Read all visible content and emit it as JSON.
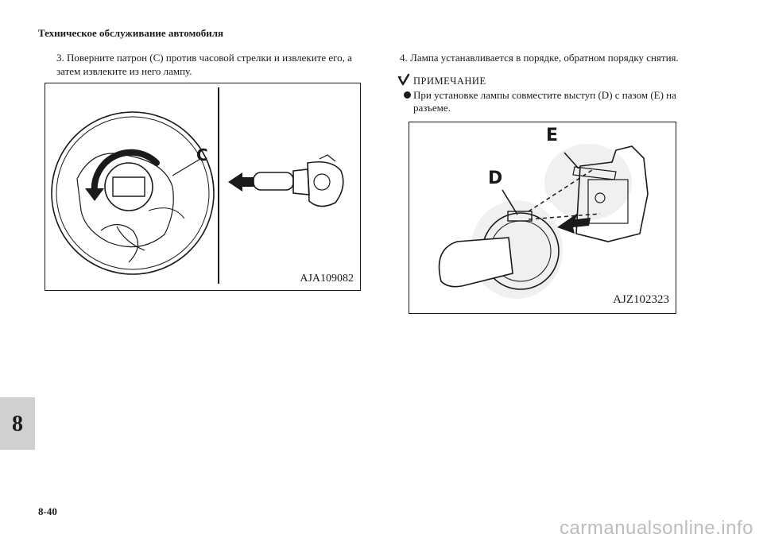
{
  "header": {
    "title": "Техническое обслуживание автомобиля"
  },
  "steps": {
    "step3": "3. Поверните патрон (C) против часовой стрелки и извлеките его, а затем извлеките из него лампу.",
    "step4": "4. Лампа устанавливается в порядке, обратном порядку снятия."
  },
  "note": {
    "heading": "ПРИМЕЧАНИЕ",
    "items": [
      "При установке лампы совместите выступ (D) с пазом (E) на разъеме."
    ]
  },
  "figure1": {
    "code": "AJA109082",
    "label_c": "C"
  },
  "figure2": {
    "code": "AJZ102323",
    "label_d": "D",
    "label_e": "E"
  },
  "section_tab": "8",
  "page_number": "8-40",
  "watermark": "carmanualsonline.info"
}
